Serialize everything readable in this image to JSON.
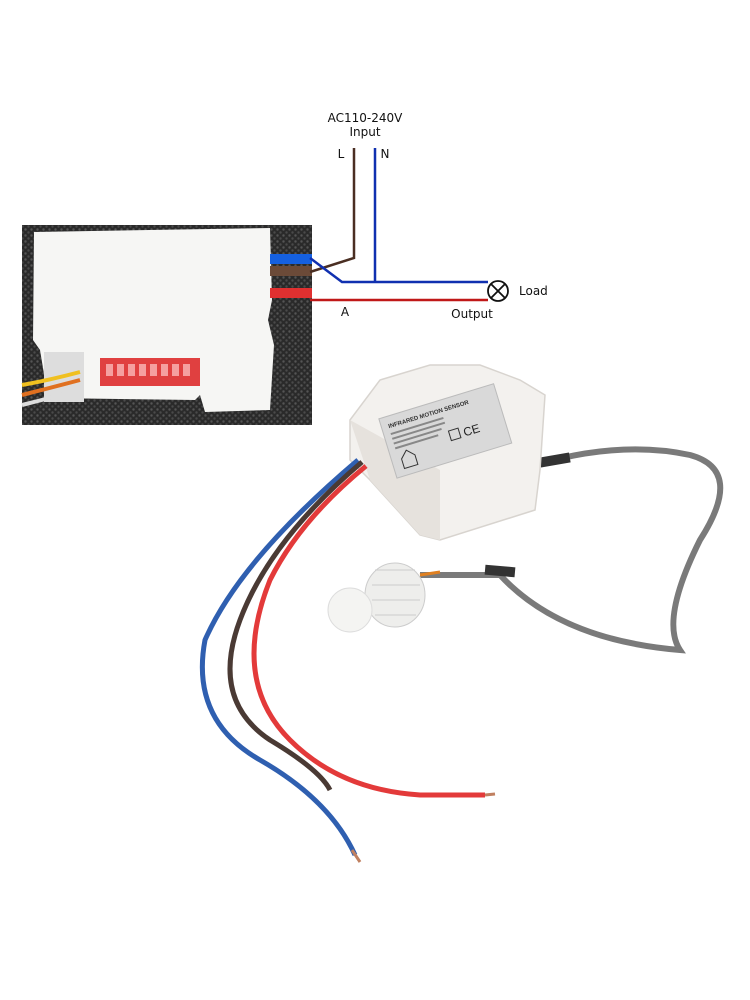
{
  "diagram": {
    "input_voltage": "AC110-240V",
    "input_label": "Input",
    "line_label": "L",
    "neutral_label": "N",
    "load_label": "Load",
    "terminal_label": "A",
    "output_label": "Output"
  },
  "product": {
    "sensor_label": "INFRARED MOTION SENSOR",
    "ce_mark": "CE"
  },
  "colors": {
    "live_wire": "#4a2e22",
    "neutral_wire": "#1030b0",
    "output_wire": "#c01818",
    "grey_cable": "#7a7a7a",
    "module_body": "#f3f1ee"
  }
}
